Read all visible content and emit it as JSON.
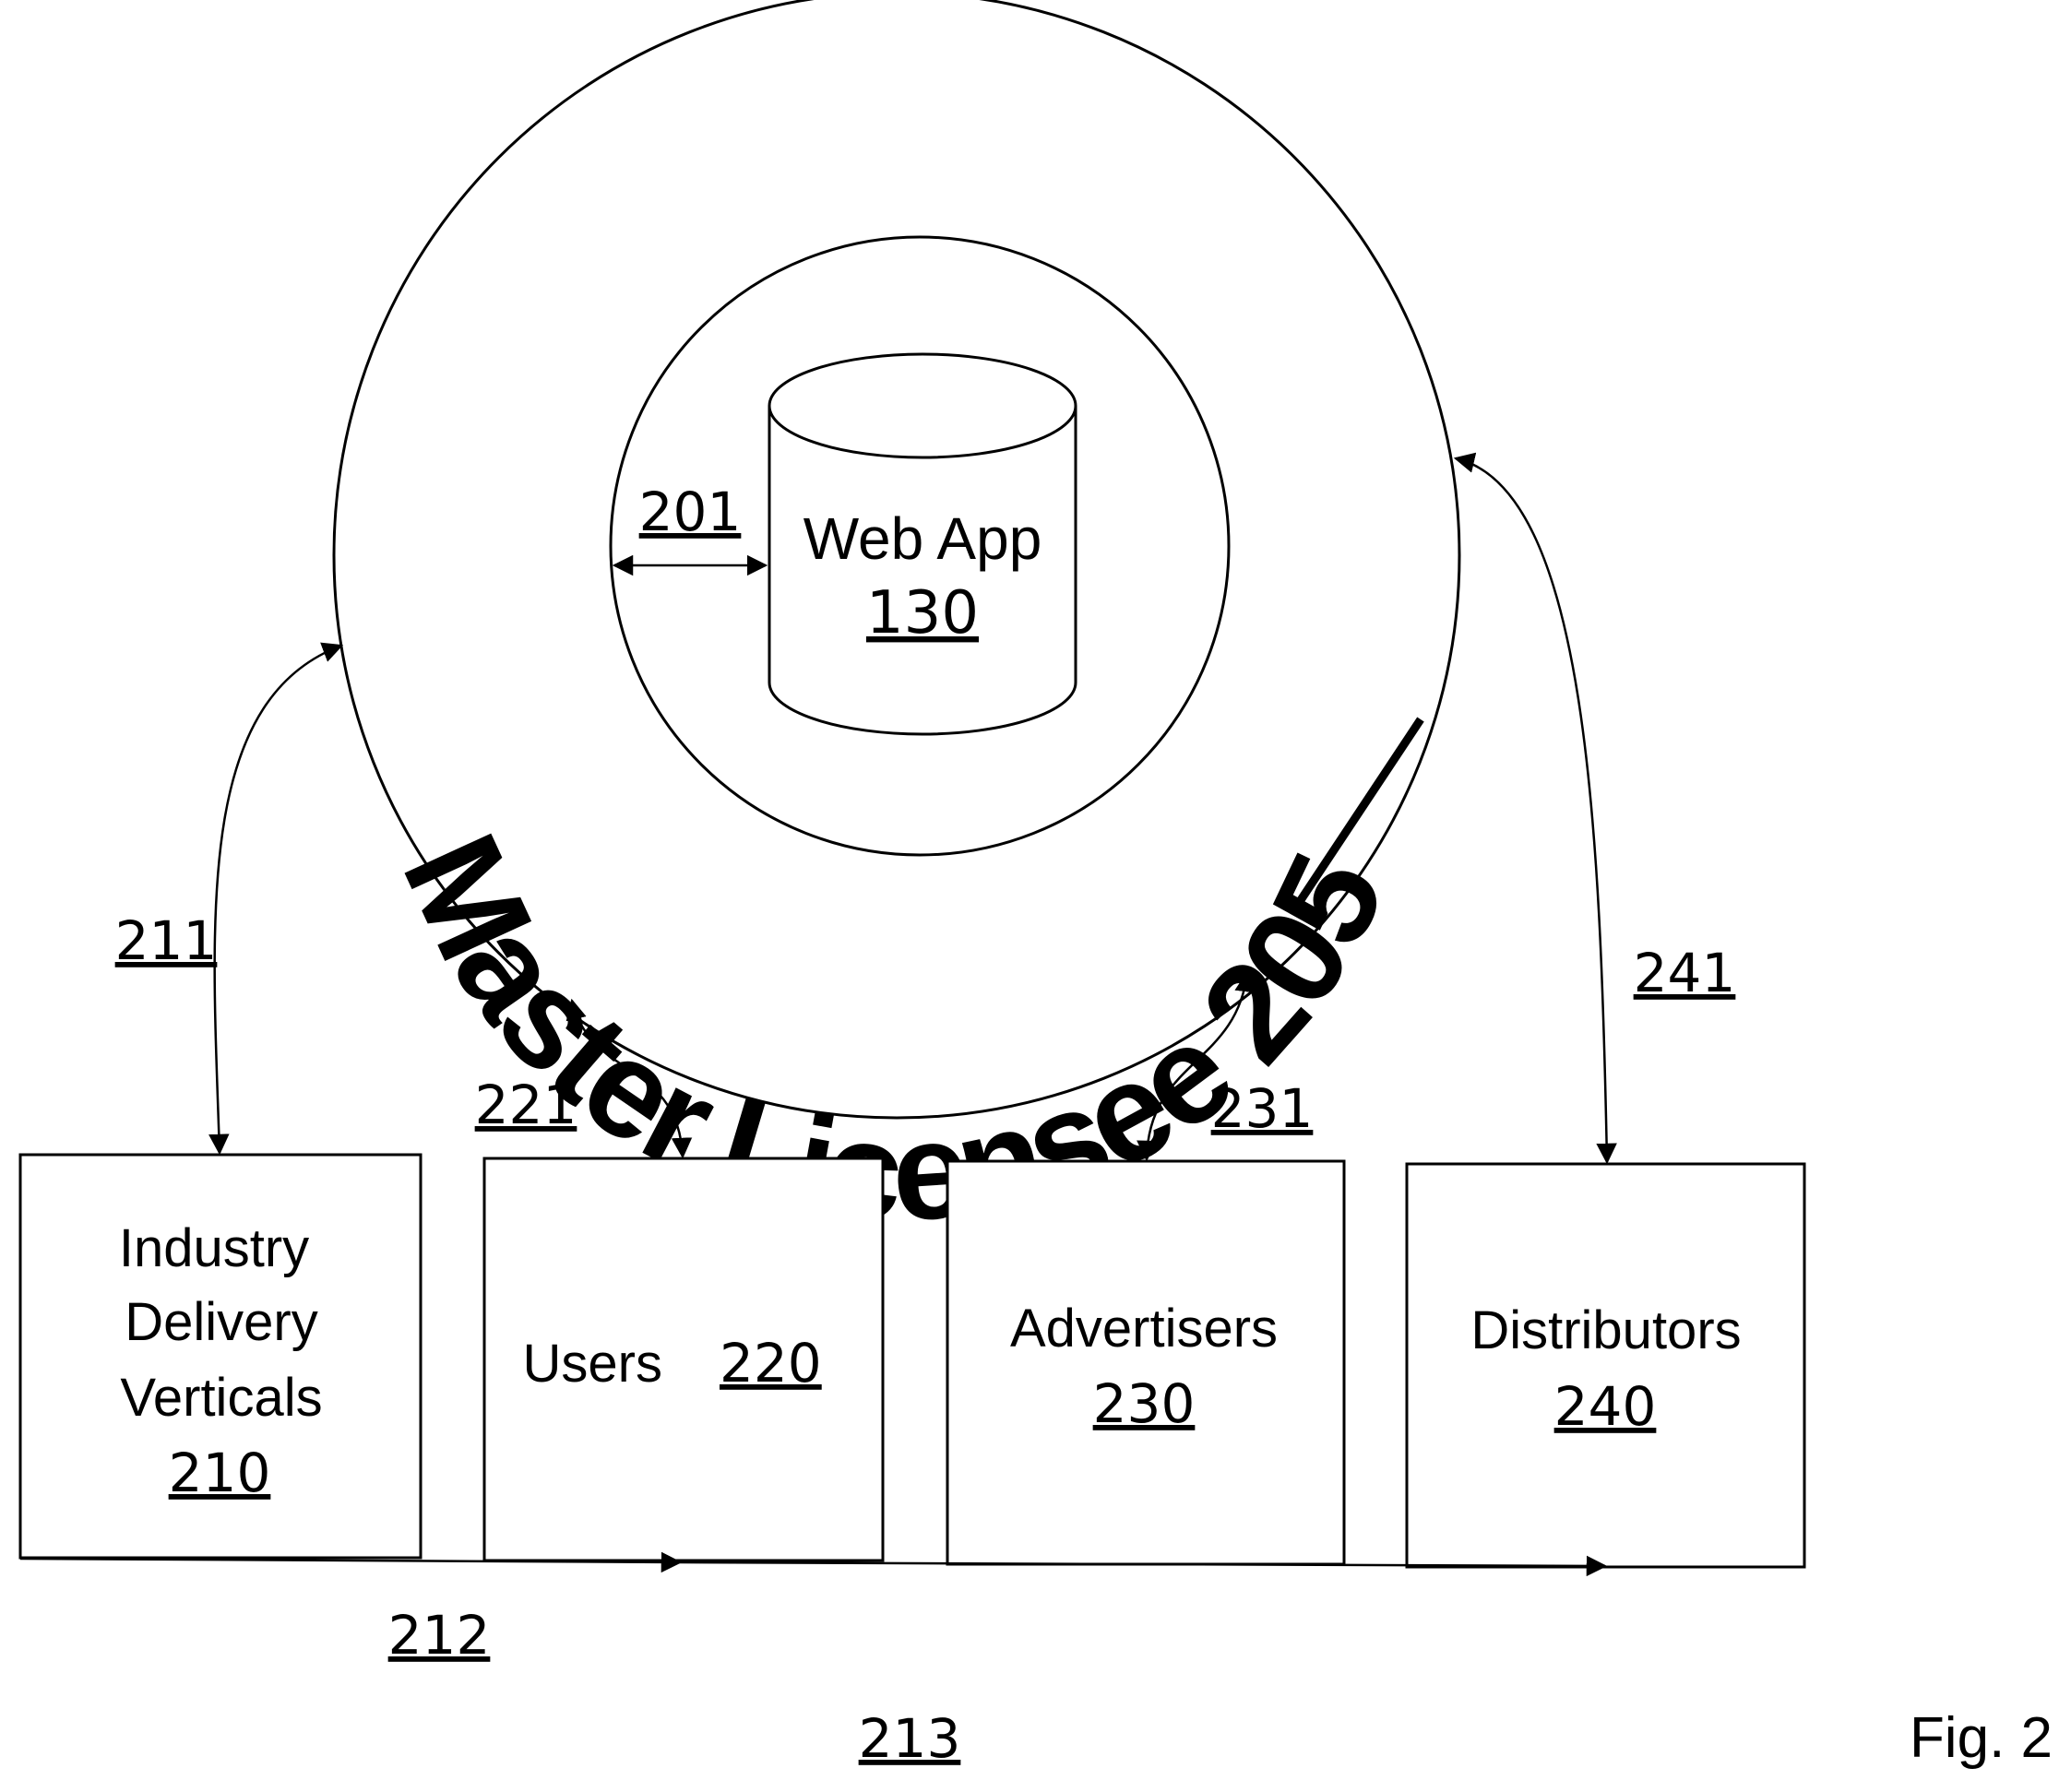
{
  "diagram": {
    "figure_label": "Fig. 2",
    "master_licensee": {
      "text": "Master Licensee 205"
    },
    "web_app": {
      "title": "Web App",
      "ref": "130"
    },
    "connectors": {
      "c201": "201",
      "c211": "211",
      "c221": "221",
      "c231": "231",
      "c241": "241",
      "c212": "212",
      "c213": "213"
    },
    "boxes": [
      {
        "lines": [
          "Industry",
          "Delivery",
          "Verticals"
        ],
        "ref": "210"
      },
      {
        "lines": [
          "Users"
        ],
        "ref": "220"
      },
      {
        "lines": [
          "Advertisers"
        ],
        "ref": "230"
      },
      {
        "lines": [
          "Distributors"
        ],
        "ref": "240"
      }
    ]
  }
}
